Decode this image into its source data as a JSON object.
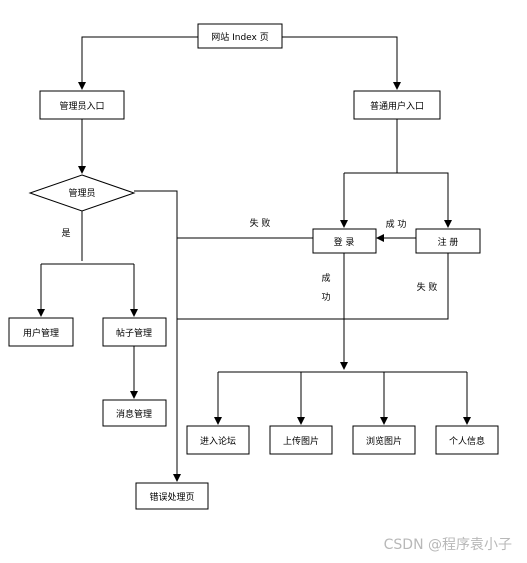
{
  "nodes": {
    "website_index": "网站 Index 页",
    "admin_entry": "管理员入口",
    "user_entry": "普通用户入口",
    "admin_check": "管理员",
    "login": "登    录",
    "register": "注    册",
    "user_management": "用户管理",
    "post_management": "帖子管理",
    "message_management": "消息管理",
    "enter_forum": "进入论坛",
    "upload_image": "上传图片",
    "browse_images": "浏览图片",
    "personal_info": "个人信息",
    "error_page": "错误处理页"
  },
  "edge_labels": {
    "yes": "是",
    "fail_left": "失 败",
    "success_top": "成 功",
    "success_vertical_1": "成",
    "success_vertical_2": "功",
    "fail_right": "失 败"
  },
  "watermark": "CSDN @程序袁小子"
}
